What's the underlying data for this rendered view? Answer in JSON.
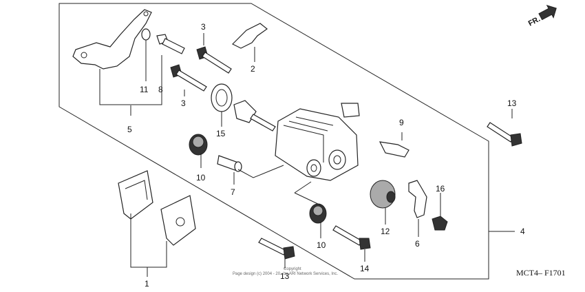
{
  "diagram_code": "MCT4– F1701",
  "direction_label": "FR.",
  "copyright": {
    "line1": "Copyright",
    "line2": "Page design (c) 2004 - 20.. by ARI Network Services, Inc."
  },
  "callouts": {
    "c1": "1",
    "c2": "2",
    "c3a": "3",
    "c3b": "3",
    "c4": "4",
    "c5": "5",
    "c6": "6",
    "c7": "7",
    "c8": "8",
    "c9": "9",
    "c10a": "10",
    "c10b": "10",
    "c11": "11",
    "c12": "12",
    "c13a": "13",
    "c13b": "13",
    "c14": "14",
    "c15": "15",
    "c16": "16"
  }
}
